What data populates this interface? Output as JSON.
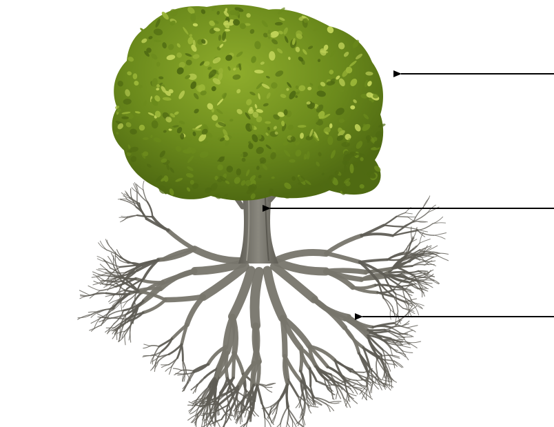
{
  "diagram": {
    "subject": "tree",
    "parts": [
      {
        "id": "crown",
        "icon": "tree-crown-icon",
        "label": ""
      },
      {
        "id": "trunk",
        "icon": "tree-trunk-icon",
        "label": ""
      },
      {
        "id": "roots",
        "icon": "tree-roots-icon",
        "label": ""
      }
    ],
    "pointer_count": 3
  },
  "colors": {
    "background": "#ffffff",
    "foliage_dark": "#4f6a12",
    "foliage_mid": "#6b8a1c",
    "foliage_light": "#9bb638",
    "foliage_highlight": "#c2d45a",
    "bark": "#77756c",
    "bark_dark": "#5f5d55",
    "arrow": "#000000"
  }
}
